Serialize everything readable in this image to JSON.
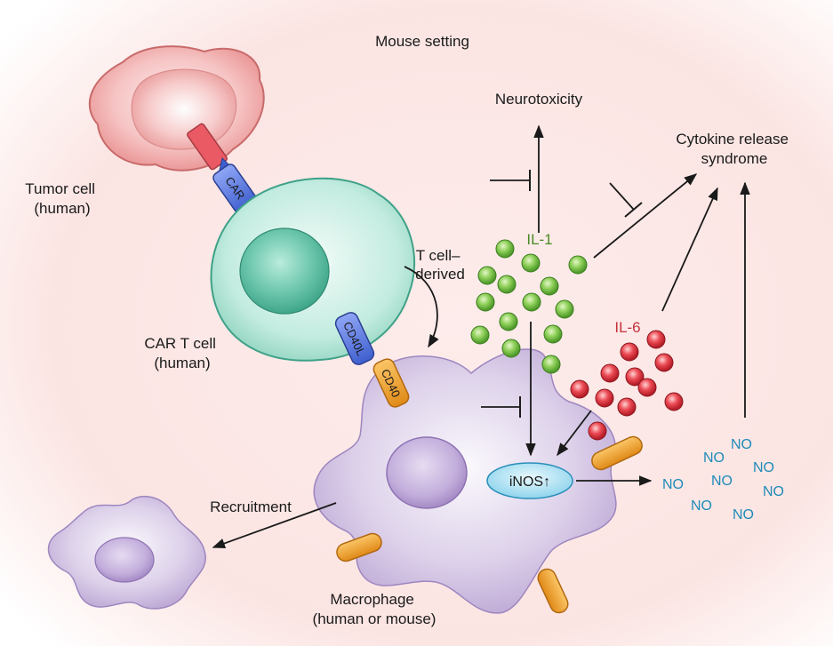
{
  "title": "Mouse setting",
  "labels": {
    "tumor_cell": [
      "Tumor cell",
      "(human)"
    ],
    "car_t_cell": [
      "CAR T cell",
      "(human)"
    ],
    "macrophage": [
      "Macrophage",
      "(human or mouse)"
    ],
    "neurotoxicity": "Neurotoxicity",
    "crs": [
      "Cytokine release",
      "syndrome"
    ],
    "t_cell_derived": [
      "T cell–",
      "derived"
    ],
    "recruitment": "Recruitment",
    "car": "CAR",
    "cd40l": "CD40L",
    "cd40": "CD40",
    "il1": "IL-1",
    "il6": "IL-6",
    "inos": "iNOS↑",
    "no": "NO"
  },
  "colors": {
    "il1_green": "#7cc44a",
    "il6_red": "#e0404a",
    "no_blue": "#1f8bb8",
    "car_blue": "#4a6fd8",
    "cd40_orange": "#ee9a2a",
    "tcell_teal": "#9fe0cd",
    "macrophage_lavender": "#c9b9de",
    "tumor_pink": "#f4b6b6"
  }
}
